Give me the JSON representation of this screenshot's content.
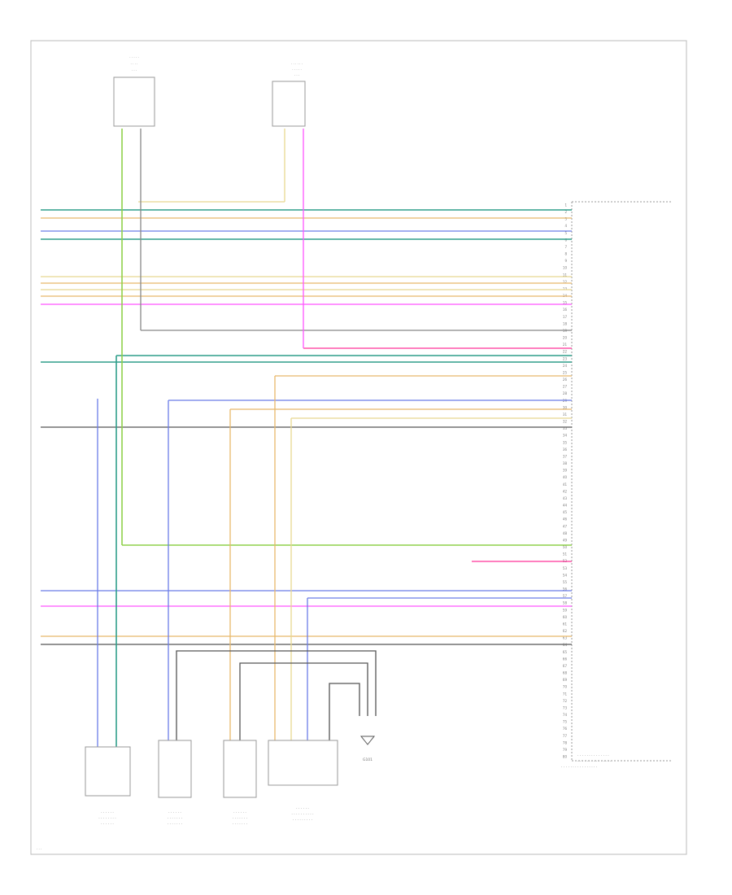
{
  "diagram": {
    "wire_colors": {
      "gn": "#8fd04a",
      "gnbu": "#2f9e8a",
      "bu": "#6b7ce8",
      "or": "#e8b86a",
      "pk": "#ff55ff",
      "gy": "#888888",
      "ye": "#e8d890",
      "pkred": "#ff3399",
      "bk": "#555555"
    },
    "pcm_pins": [
      "1",
      "2",
      "3",
      "4",
      "5",
      "6",
      "7",
      "8",
      "9",
      "10",
      "11",
      "12",
      "13",
      "14",
      "15",
      "16",
      "17",
      "18",
      "19",
      "20",
      "21",
      "22",
      "23",
      "24",
      "25",
      "26",
      "27",
      "28",
      "29",
      "30",
      "31",
      "32",
      "33",
      "34",
      "35",
      "36",
      "37",
      "38",
      "39",
      "40",
      "41",
      "42",
      "43",
      "44",
      "45",
      "46",
      "47",
      "48",
      "49",
      "50",
      "51",
      "52",
      "53",
      "54",
      "55",
      "56",
      "57",
      "58",
      "59",
      "60",
      "61",
      "62",
      "63",
      "64",
      "65",
      "66",
      "67",
      "68",
      "69",
      "70",
      "71",
      "72",
      "73",
      "74",
      "75",
      "76",
      "77",
      "78",
      "79",
      "80"
    ],
    "ground_label": "G101"
  }
}
